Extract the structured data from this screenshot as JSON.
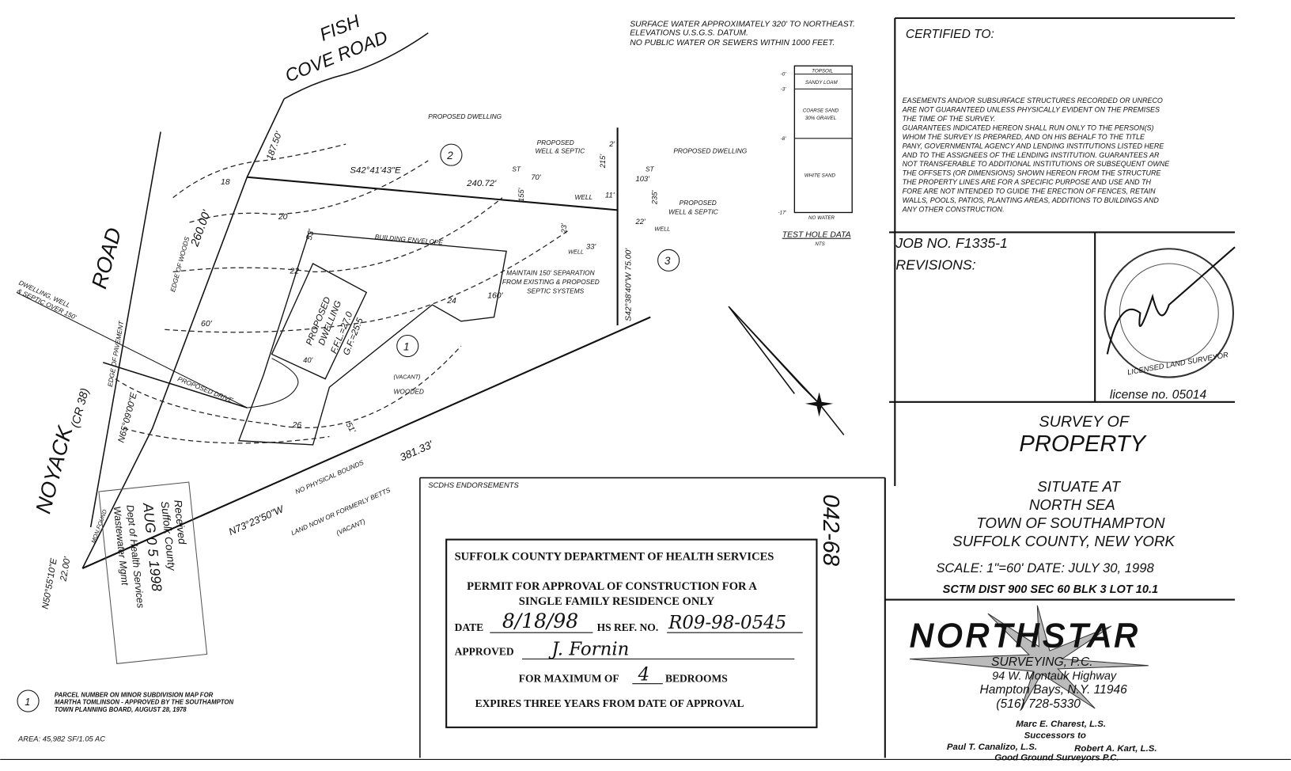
{
  "notes_top": [
    "SURFACE WATER APPROXIMATELY 320' TO NORTHEAST.",
    "ELEVATIONS U.S.G.S. DATUM.",
    "NO PUBLIC WATER OR SEWERS WITHIN 1000 FEET."
  ],
  "roads": {
    "fish_cove_1": "FISH",
    "fish_cove_2": "COVE ROAD",
    "noyack": "NOYACK",
    "noyack_cr": "(CR 38)",
    "noyack_road": "ROAD"
  },
  "lots": [
    "1",
    "2",
    "3"
  ],
  "plan": {
    "proposed_dwelling": "PROPOSED DWELLING",
    "proposed_well_septic_1": "PROPOSED",
    "proposed_well_septic_2": "WELL & SEPTIC",
    "bearing_north": "S42°41'43\"E",
    "dist_north": "240.72'",
    "bearing_east": "S42°38'40\"W 75.00'",
    "dist_west_upper": "187.50'",
    "dist_west_lower": "260.00'",
    "bearing_south": "N73°23'50\"W",
    "dist_south": "381.33'",
    "no_physical_bounds": "NO PHYSICAL BOUNDS",
    "land_betts_1": "LAND NOW OR FORMERLY BETTS",
    "land_betts_2": "(VACANT)",
    "bearing_front": "N50°55'10\"E",
    "dist_front": "22.00'",
    "bearing_front2": "N65°09'00\"E",
    "edge_pavement": "EDGE OF PAVEMENT",
    "edge_woods": "EDGE OF WOODS",
    "over_150_1": "DWELLING, WELL",
    "over_150_2": "& SEPTIC OVER 150'",
    "proposed_drive": "PROPOSED DRIVE",
    "vacant": "(VACANT)",
    "wooded": "WOODED",
    "building_envelope": "BUILDING ENVELOPE",
    "separation_1": "MAINTAIN 150' SEPARATION",
    "separation_2": "FROM EXISTING & PROPOSED",
    "separation_3": "SEPTIC SYSTEMS",
    "dwelling_1": "PROPOSED",
    "dwelling_2": "DWELLING",
    "dwelling_ffl": "F.F.L.=27.0",
    "dwelling_gf": "G.F.=25.5",
    "dim_60": "60'",
    "dim_40": "40'",
    "dim_53": "53'",
    "dim_160": "160'",
    "dim_51": "51'",
    "mon_found": "MON.FOUND",
    "st": "ST",
    "well": "WELL",
    "d70": "70'",
    "d155": "155'",
    "d11": "11'",
    "d215": "215'",
    "d2": "2'",
    "d103": "103'",
    "d235": "235'",
    "d22": "22'",
    "d23": "23'",
    "d33": "33'",
    "contours": [
      "18",
      "20",
      "22",
      "24",
      "26"
    ]
  },
  "test_hole": {
    "depths": [
      "-0'",
      "-3'",
      "-8'",
      "-17'"
    ],
    "layers": [
      "TOPSOIL",
      "SANDY LOAM",
      "COARSE SAND",
      "30% GRAVEL",
      "WHITE SAND",
      "NO WATER"
    ],
    "title": "TEST HOLE DATA",
    "nts": "NTS"
  },
  "scdhs": {
    "header": "SCDHS ENDORSEMENTS",
    "dept": "SUFFOLK COUNTY DEPARTMENT OF HEALTH SERVICES",
    "permit_1": "PERMIT FOR APPROVAL OF CONSTRUCTION FOR A",
    "permit_2": "SINGLE FAMILY RESIDENCE ONLY",
    "date_label": "DATE",
    "date_value": "8/18/98",
    "ref_label": "HS REF. NO.",
    "ref_value": "R09-98-0545",
    "approved_label": "APPROVED",
    "approved_sig": "J. Fornin",
    "max_label": "FOR MAXIMUM OF",
    "max_value": "4",
    "bedrooms": "BEDROOMS",
    "expires": "EXPIRES THREE YEARS FROM DATE OF APPROVAL"
  },
  "received_stamp": [
    "Received",
    "Suffolk County",
    "AUG 0 5 1998",
    "Dept of Health Services",
    "Wastewater Mgmt"
  ],
  "handwritten_number": "042-68",
  "legend": {
    "symbol": "1",
    "text_1": "PARCEL NUMBER ON MINOR SUBDIVISION MAP FOR",
    "text_2": "MARTHA TOMLINSON - APPROVED BY THE SOUTHAMPTON",
    "text_3": "TOWN PLANNING BOARD, AUGUST 28, 1978"
  },
  "area": "AREA: 45,982 SF/1.05 AC",
  "title_block": {
    "certified_to": "CERTIFIED TO:",
    "disclaimer": [
      "EASEMENTS AND/OR SUBSURFACE STRUCTURES RECORDED OR UNRECO",
      "ARE NOT GUARANTEED UNLESS PHYSICALLY EVIDENT ON THE PREMISES",
      "THE TIME OF THE SURVEY.",
      "GUARANTEES INDICATED HEREON SHALL RUN ONLY TO THE PERSON(S)",
      "WHOM THE SURVEY IS PREPARED, AND ON HIS BEHALF TO THE TITLE",
      "PANY, GOVERNMENTAL AGENCY AND LENDING INSTITUTIONS LISTED HERE",
      "AND TO THE ASSIGNEES OF THE LENDING INSTITUTION. GUARANTEES AR",
      "NOT TRANSFERABLE TO ADDITIONAL INSTITUTIONS OR SUBSEQUENT OWNE",
      "THE OFFSETS (OR DIMENSIONS) SHOWN HEREON FROM THE STRUCTURE",
      "THE PROPERTY LINES ARE FOR A SPECIFIC PURPOSE AND USE AND TH",
      "FORE ARE NOT INTENDED TO GUIDE THE ERECTION OF FENCES, RETAIN",
      "WALLS, POOLS, PATIOS, PLANTING AREAS, ADDITIONS TO BUILDINGS AND",
      "ANY OTHER CONSTRUCTION."
    ],
    "job_no": "JOB NO. F1335-1",
    "revisions": "REVISIONS:",
    "seal_text": "LICENSED LAND SURVEYOR",
    "license": "license no. 05014",
    "survey_of": "SURVEY OF",
    "property": "PROPERTY",
    "situate": [
      "SITUATE AT",
      "NORTH SEA",
      "TOWN OF SOUTHAMPTON",
      "SUFFOLK COUNTY, NEW YORK"
    ],
    "scale_date": "SCALE: 1\"=60'   DATE: JULY 30, 1998",
    "sctm": "SCTM DIST 900 SEC 60 BLK 3 LOT 10.1",
    "company": "NORTHSTAR",
    "company_sub": "SURVEYING, P.C.",
    "address_1": "94 W. Montauk Highway",
    "address_2": "Hampton Bays, N.Y. 11946",
    "phone": "(516) 728-5330",
    "surveyor": "Marc E. Charest, L.S.",
    "successors": "Successors to",
    "pred_1": "Paul T. Canalizo, L.S.",
    "pred_2": "Robert A. Kart, L.S.",
    "pred_3": "Good Ground Surveyors P.C."
  }
}
